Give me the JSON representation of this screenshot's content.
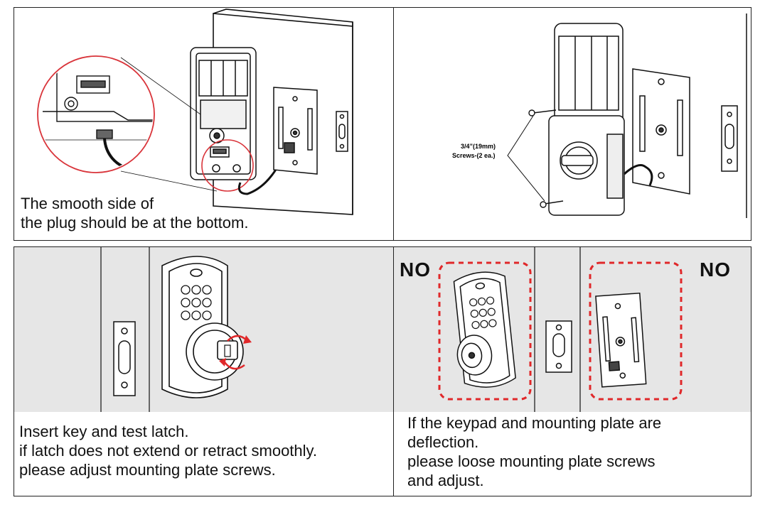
{
  "panels": {
    "top_left": {
      "caption": "The smooth side of\n the plug should be at the bottom."
    },
    "top_right": {
      "screw_label_line1": "3/4”(19mm)",
      "screw_label_line2": "Screws-(2 ea.)"
    },
    "bottom_left": {
      "caption": "Insert key and test latch.\nif latch does not extend or retract smoothly.\nplease adjust mounting plate screws."
    },
    "bottom_right": {
      "no_label_left": "NO",
      "no_label_right": "NO",
      "caption": "If the keypad and mounting plate are\ndeflection.\nplease loose mounting plate screws\nand adjust."
    }
  },
  "colors": {
    "border": "#222222",
    "gray_bg": "#e6e6e6",
    "red_accent": "#e0282a"
  },
  "icons": [
    "door-edge-icon",
    "keypad-back-icon",
    "wire-plug-icon",
    "mounting-plate-icon",
    "strike-plate-icon",
    "deadbolt-keypad-icon",
    "key-rotate-icon",
    "screw-icon"
  ]
}
